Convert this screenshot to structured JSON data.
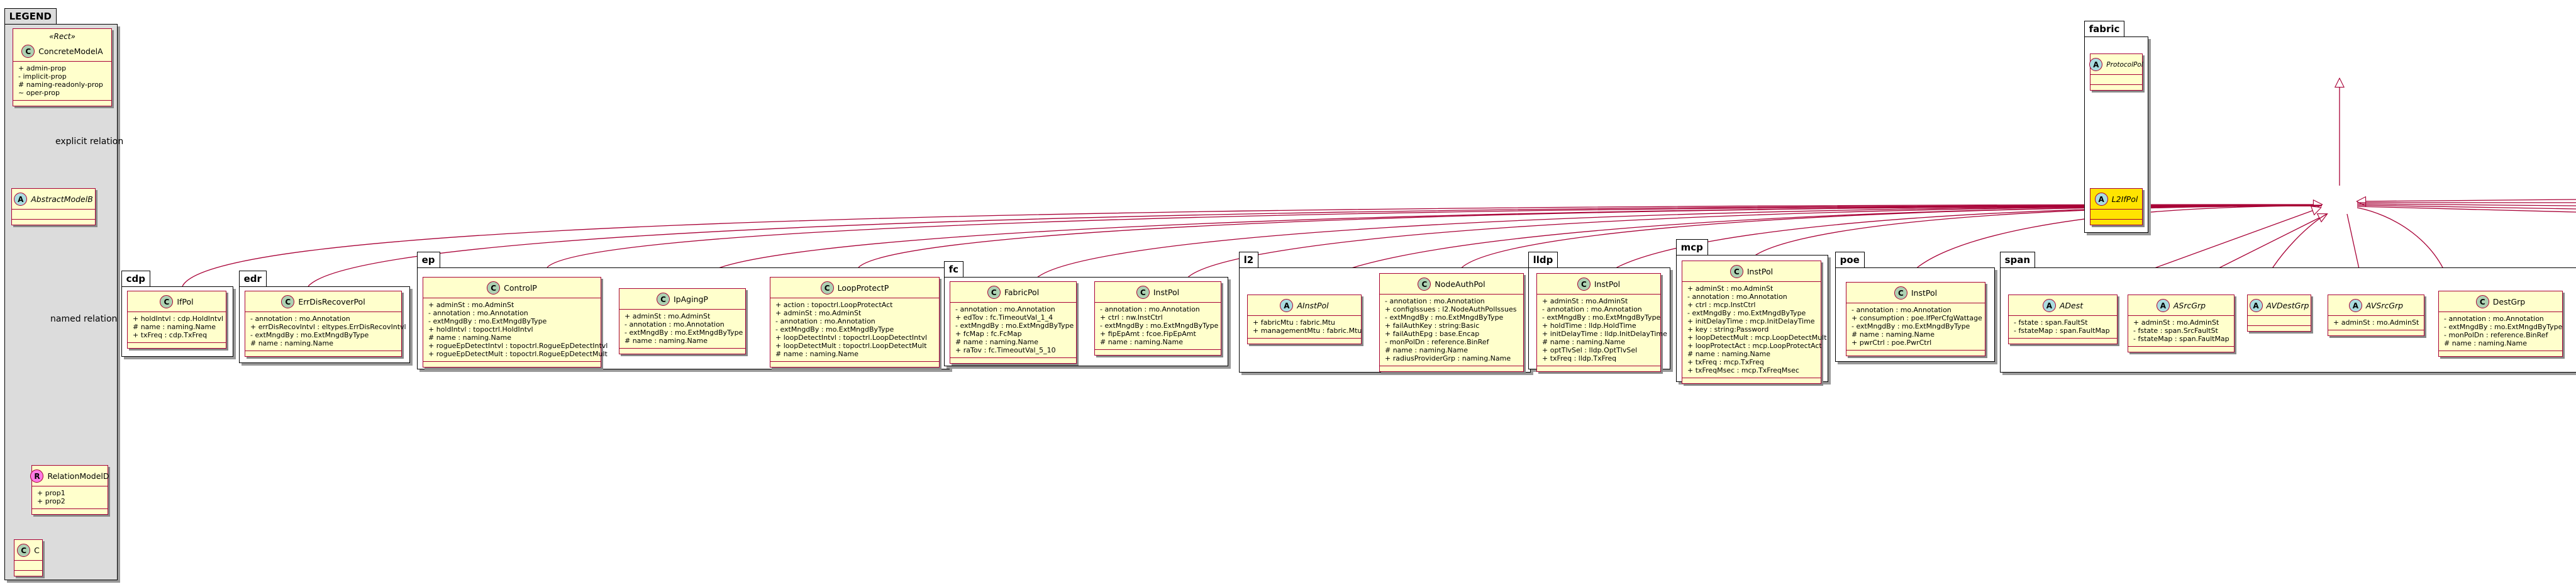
{
  "legend": {
    "title": "LEGEND",
    "stereotype": "«Rect»",
    "concrete": {
      "name": "ConcreteModelA",
      "kind": "C",
      "attrs": [
        "+ admin-prop",
        "- implicit-prop",
        "# naming-readonly-prop",
        "~ oper-prop"
      ]
    },
    "abstract": {
      "name": "AbstractModelB",
      "kind": "A",
      "attrs": []
    },
    "relation": {
      "name": "RelationModelD",
      "kind": "R",
      "attrs": [
        "+ prop1",
        "+ prop2"
      ]
    },
    "c": {
      "name": "C",
      "kind": "C",
      "attrs": []
    },
    "explicit_label": "explicit relation",
    "named_label": "named relation"
  },
  "fabric_pkg": {
    "title": "fabric",
    "protocol": {
      "name": "ProtocolPol",
      "kind": "A",
      "attrs": []
    },
    "l2ifpol": {
      "name": "L2IfPol",
      "kind": "A",
      "attrs": []
    }
  },
  "packages": {
    "cdp": {
      "title": "cdp",
      "classes": [
        {
          "name": "IfPol",
          "kind": "C",
          "attrs": [
            "+ holdIntvl : cdp.HoldIntvl",
            "# name : naming.Name",
            "+ txFreq : cdp.TxFreq"
          ]
        }
      ]
    },
    "edr": {
      "title": "edr",
      "classes": [
        {
          "name": "ErrDisRecoverPol",
          "kind": "C",
          "attrs": [
            "- annotation : mo.Annotation",
            "+ errDisRecovIntvl : eltypes.ErrDisRecovIntvl",
            "- extMngdBy : mo.ExtMngdByType",
            "# name : naming.Name"
          ]
        }
      ]
    },
    "ep": {
      "title": "ep",
      "classes": [
        {
          "name": "ControlP",
          "kind": "C",
          "attrs": [
            "+ adminSt : mo.AdminSt",
            "- annotation : mo.Annotation",
            "- extMngdBy : mo.ExtMngdByType",
            "+ holdIntvl : topoctrl.HoldIntvl",
            "# name : naming.Name",
            "+ rogueEpDetectIntvl : topoctrl.RogueEpDetectIntvl",
            "+ rogueEpDetectMult : topoctrl.RogueEpDetectMult"
          ]
        },
        {
          "name": "IpAgingP",
          "kind": "C",
          "attrs": [
            "+ adminSt : mo.AdminSt",
            "- annotation : mo.Annotation",
            "- extMngdBy : mo.ExtMngdByType",
            "# name : naming.Name"
          ]
        },
        {
          "name": "LoopProtectP",
          "kind": "C",
          "attrs": [
            "+ action : topoctrl.LoopProtectAct",
            "+ adminSt : mo.AdminSt",
            "- annotation : mo.Annotation",
            "- extMngdBy : mo.ExtMngdByType",
            "+ loopDetectIntvl : topoctrl.LoopDetectIntvl",
            "+ loopDetectMult : topoctrl.LoopDetectMult",
            "# name : naming.Name"
          ]
        }
      ]
    },
    "fc": {
      "title": "fc",
      "classes": [
        {
          "name": "FabricPol",
          "kind": "C",
          "attrs": [
            "- annotation : mo.Annotation",
            "+ edTov : fc.TimeoutVal_1_4",
            "- extMngdBy : mo.ExtMngdByType",
            "+ fcMap : fc.FcMap",
            "# name : naming.Name",
            "+ raTov : fc.TimeoutVal_5_10"
          ]
        },
        {
          "name": "InstPol",
          "kind": "C",
          "attrs": [
            "- annotation : mo.Annotation",
            "+ ctrl : nw.InstCtrl",
            "- extMngdBy : mo.ExtMngdByType",
            "+ fipEpAmt : fcoe.FipEpAmt",
            "# name : naming.Name"
          ]
        }
      ]
    },
    "l2": {
      "title": "l2",
      "classes": [
        {
          "name": "AInstPol",
          "kind": "A",
          "attrs": [
            "+ fabricMtu : fabric.Mtu",
            "+ managementMtu : fabric.Mtu"
          ]
        },
        {
          "name": "NodeAuthPol",
          "kind": "C",
          "attrs": [
            "- annotation : mo.Annotation",
            "+ configIssues : l2.NodeAuthPolIssues",
            "- extMngdBy : mo.ExtMngdByType",
            "+ failAuthKey : string:Basic",
            "+ failAuthEpg : base.Encap",
            "- monPolDn : reference.BinRef",
            "# name : naming.Name",
            "+ radiusProviderGrp : naming.Name"
          ]
        }
      ]
    },
    "lldp": {
      "title": "lldp",
      "classes": [
        {
          "name": "InstPol",
          "kind": "C",
          "attrs": [
            "+ adminSt : mo.AdminSt",
            "- annotation : mo.Annotation",
            "- extMngdBy : mo.ExtMngdByType",
            "+ holdTime : lldp.HoldTime",
            "+ initDelayTime : lldp.InitDelayTime",
            "# name : naming.Name",
            "+ optTlvSel : lldp.OptTlvSel",
            "+ txFreq : lldp.TxFreq"
          ]
        }
      ]
    },
    "mcp": {
      "title": "mcp",
      "classes": [
        {
          "name": "InstPol",
          "kind": "C",
          "attrs": [
            "+ adminSt : mo.AdminSt",
            "- annotation : mo.Annotation",
            "+ ctrl : mcp.InstCtrl",
            "- extMngdBy : mo.ExtMngdByType",
            "+ initDelayTime : mcp.InitDelayTime",
            "+ key : string:Password",
            "+ loopDetectMult : mcp.LoopDetectMult",
            "+ loopProtectAct : mcp.LoopProtectAct",
            "# name : naming.Name",
            "+ txFreq : mcp.TxFreq",
            "+ txFreqMsec : mcp.TxFreqMsec"
          ]
        }
      ]
    },
    "poe": {
      "title": "poe",
      "classes": [
        {
          "name": "InstPol",
          "kind": "C",
          "attrs": [
            "- annotation : mo.Annotation",
            "+ consumption : poe.IfPerCfgWattage",
            "- extMngdBy : mo.ExtMngdByType",
            "# name : naming.Name",
            "+ pwrCtrl : poe.PwrCtrl"
          ]
        }
      ]
    },
    "span": {
      "title": "span",
      "classes": [
        {
          "name": "ADest",
          "kind": "A",
          "attrs": [
            "- fstate : span.FaultSt",
            "- fstateMap : span.FaultMap"
          ]
        },
        {
          "name": "ASrcGrp",
          "kind": "A",
          "attrs": [
            "+ adminSt : mo.AdminSt",
            "- fstate : span.SrcFaultSt",
            "- fstateMap : span.FaultMap"
          ]
        },
        {
          "name": "AVDestGrp",
          "kind": "A",
          "attrs": []
        },
        {
          "name": "AVSrcGrp",
          "kind": "A",
          "attrs": [
            "+ adminSt : mo.AdminSt"
          ]
        },
        {
          "name": "DestGrp",
          "kind": "C",
          "attrs": [
            "- annotation : mo.Annotation",
            "- extMngdBy : mo.ExtMngdByType",
            "- monPolDn : reference.BinRef",
            "# name : naming.Name"
          ]
        }
      ]
    }
  }
}
